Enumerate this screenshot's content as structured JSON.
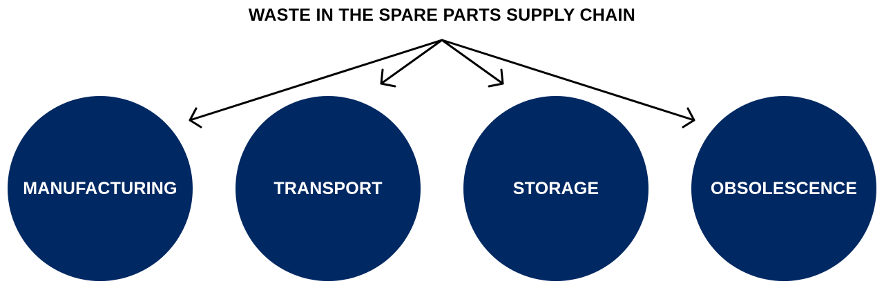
{
  "title": "WASTE IN THE SPARE PARTS SUPPLY CHAIN",
  "colors": {
    "circle_fill": "#002862",
    "arrow": "#000000",
    "label": "#ffffff"
  },
  "categories": [
    {
      "label": "MANUFACTURING"
    },
    {
      "label": "TRANSPORT"
    },
    {
      "label": "STORAGE"
    },
    {
      "label": "OBSOLESCENCE"
    }
  ]
}
